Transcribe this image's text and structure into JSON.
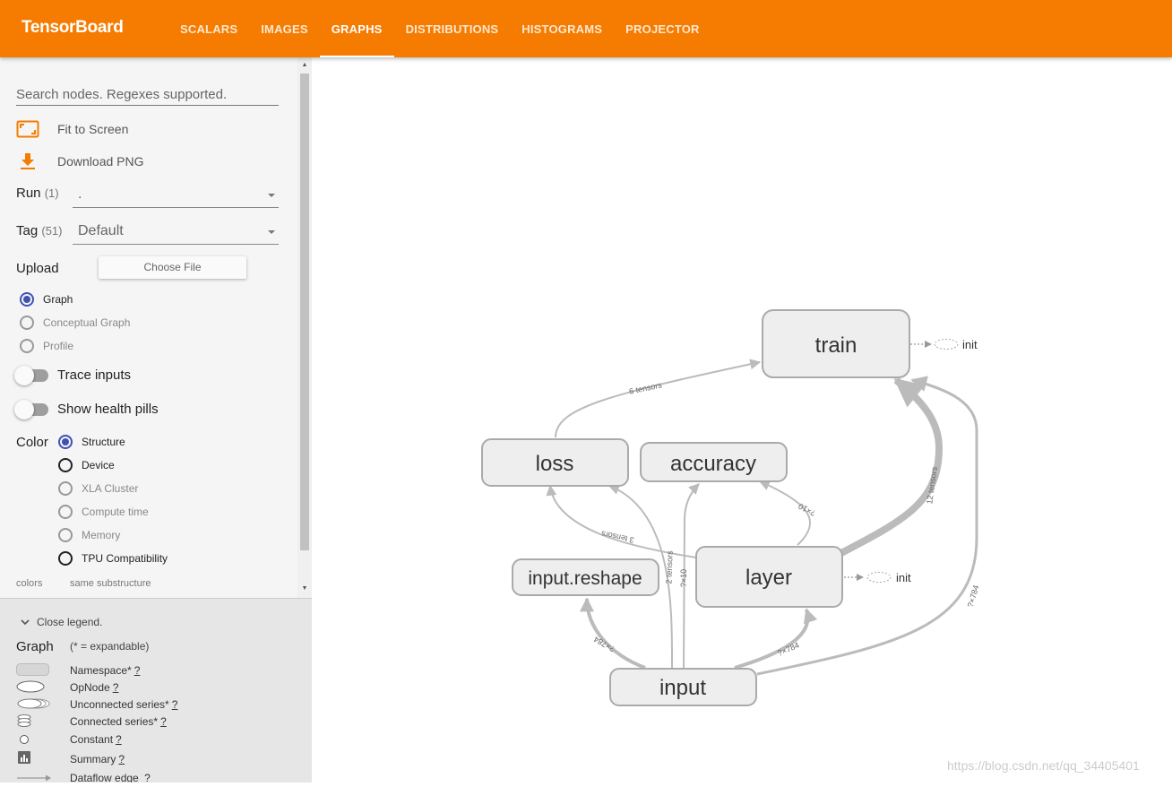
{
  "header": {
    "brand": "TensorBoard",
    "tabs": [
      {
        "label": "SCALARS",
        "active": false
      },
      {
        "label": "IMAGES",
        "active": false
      },
      {
        "label": "GRAPHS",
        "active": true
      },
      {
        "label": "DISTRIBUTIONS",
        "active": false
      },
      {
        "label": "HISTOGRAMS",
        "active": false
      },
      {
        "label": "PROJECTOR",
        "active": false
      }
    ]
  },
  "sidebar": {
    "search_placeholder": "Search nodes. Regexes supported.",
    "fit_label": "Fit to Screen",
    "download_label": "Download PNG",
    "run_label": "Run",
    "run_count": "(1)",
    "run_value": ".",
    "tag_label": "Tag",
    "tag_count": "(51)",
    "tag_value": "Default",
    "upload_label": "Upload",
    "choose_file": "Choose File",
    "graph_types": [
      {
        "label": "Graph",
        "selected": true
      },
      {
        "label": "Conceptual Graph",
        "selected": false
      },
      {
        "label": "Profile",
        "selected": false
      }
    ],
    "trace_inputs": "Trace inputs",
    "health_pills": "Show health pills",
    "color_label": "Color",
    "color_options": [
      {
        "label": "Structure",
        "selected": true
      },
      {
        "label": "Device",
        "selected": false
      },
      {
        "label": "XLA Cluster",
        "selected": false
      },
      {
        "label": "Compute time",
        "selected": false
      },
      {
        "label": "Memory",
        "selected": false
      },
      {
        "label": "TPU Compatibility",
        "selected": false
      }
    ],
    "colors_label": "colors",
    "same_substructure": "same substructure"
  },
  "legend": {
    "close_label": "Close legend.",
    "title": "Graph",
    "subtitle": "(* = expandable)",
    "items": [
      {
        "label": "Namespace*",
        "help": "?"
      },
      {
        "label": "OpNode",
        "help": "?"
      },
      {
        "label": "Unconnected series*",
        "help": "?"
      },
      {
        "label": "Connected series*",
        "help": "?"
      },
      {
        "label": "Constant",
        "help": "?"
      },
      {
        "label": "Summary",
        "help": "?"
      },
      {
        "label": "Dataflow edge",
        "help": "?"
      }
    ]
  },
  "graph": {
    "nodes": {
      "train": "train",
      "loss": "loss",
      "accuracy": "accuracy",
      "input_reshape": "input.reshape",
      "layer": "layer",
      "input": "input"
    },
    "init_train": "init",
    "init_layer": "init",
    "edge_labels": {
      "loss_train": "6 tensors",
      "layer_loss": "3 tensors",
      "layer_accuracy": "?×10",
      "layer_train": "12 tensors",
      "input_loss": "2 tensors",
      "input_accuracy": "?×10",
      "input_reshape": "?×784",
      "input_layer": "?×784",
      "input_train": "?×784"
    }
  },
  "watermark": "https://blog.csdn.net/qq_34405401",
  "colors": {
    "header": "#f57c00",
    "accent": "#3f51b5",
    "node_fill": "#eeeeee",
    "node_stroke": "#aaaaaa",
    "edge": "#bbbbbb"
  }
}
